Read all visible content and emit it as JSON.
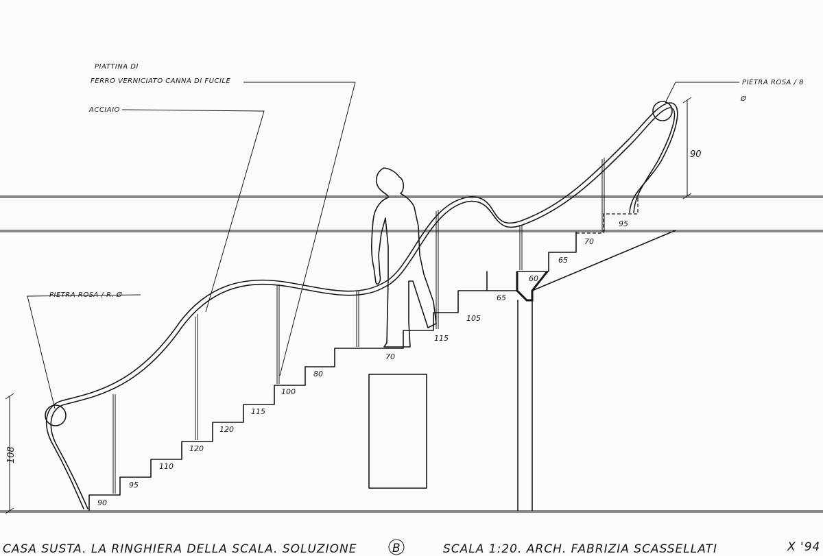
{
  "labels": {
    "piattina_1": "PIATTINA DI",
    "piattina_2": "FERRO VERNICIATO CANNA DI FUCILE",
    "acciaio": "ACCIAIO",
    "pietra_left": "PIETRA ROSA / R. Ø",
    "pietra_right_1": "PIETRA ROSA / 8",
    "pietra_right_2": "Ø"
  },
  "dimensions": {
    "height_left": "108",
    "height_right": "90",
    "steps": [
      "90",
      "95",
      "110",
      "120",
      "120",
      "115",
      "100",
      "80",
      "70",
      "115",
      "105",
      "65",
      "60",
      "65",
      "70",
      "95"
    ]
  },
  "title_block": {
    "title": "CASA SUSTA. LA RINGHIERA DELLA SCALA. SOLUZIONE",
    "solution_letter": "B",
    "scale": "SCALA 1:20. ARCH. FABRIZIA SCASSELLATI",
    "date": "X '94"
  }
}
